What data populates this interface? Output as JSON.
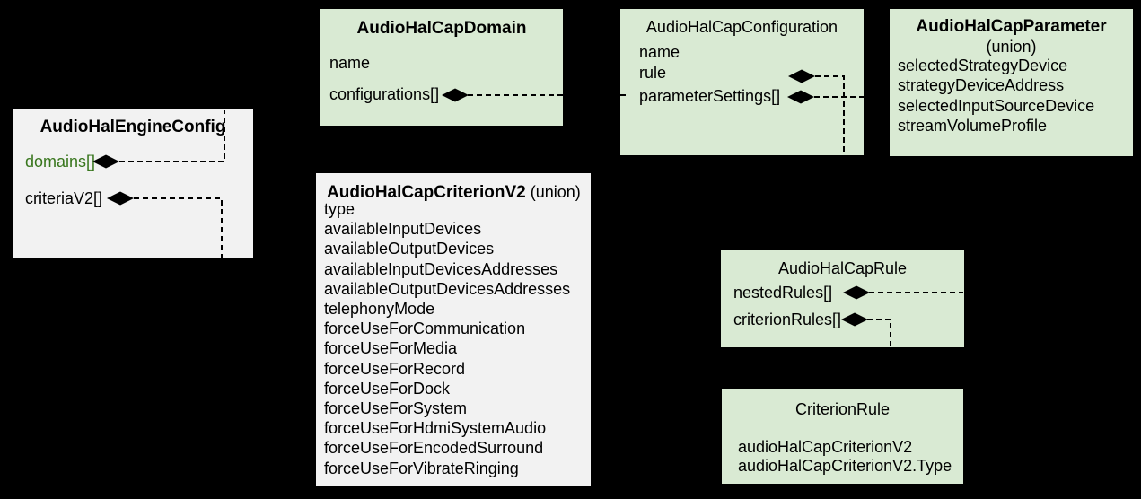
{
  "diagram": {
    "background": "#000000",
    "colors": {
      "green_box": "#d9ead3",
      "gray_box": "#f2f2f2",
      "green_field_text": "#38761d",
      "connector_line": "#000000",
      "diamond_fill": "#000000"
    },
    "shapes": {
      "composition_diamond": "filled-diamond",
      "connector_style": "dashed"
    },
    "classes": {
      "engine": {
        "title": "AudioHalEngineConfig",
        "fields": [
          "domains[]",
          "criteriaV2[]"
        ]
      },
      "domain": {
        "title": "AudioHalCapDomain",
        "fields": [
          "name",
          "configurations[]"
        ]
      },
      "configuration": {
        "title": "AudioHalCapConfiguration",
        "fields": [
          "name",
          "rule",
          "parameterSettings[]"
        ]
      },
      "parameter": {
        "title": "AudioHalCapParameter",
        "subtitle": "(union)",
        "fields": [
          "selectedStrategyDevice",
          "strategyDeviceAddress",
          "selectedInputSourceDevice",
          "streamVolumeProfile"
        ]
      },
      "criterionV2": {
        "title": "AudioHalCapCriterionV2",
        "title_suffix": " (union)",
        "fields": [
          "type",
          "availableInputDevices",
          "availableOutputDevices",
          "availableInputDevicesAddresses",
          "availableOutputDevicesAddresses",
          "telephonyMode",
          "forceUseForCommunication",
          "forceUseForMedia",
          "forceUseForRecord",
          "forceUseForDock",
          "forceUseForSystem",
          "forceUseForHdmiSystemAudio",
          "forceUseForEncodedSurround",
          "forceUseForVibrateRinging"
        ]
      },
      "rule": {
        "title": "AudioHalCapRule",
        "fields": [
          "nestedRules[]",
          "criterionRules[]"
        ]
      },
      "criterionRule": {
        "title": "CriterionRule",
        "fields": [
          "audioHalCapCriterionV2",
          "audioHalCapCriterionV2.Type"
        ]
      }
    }
  }
}
